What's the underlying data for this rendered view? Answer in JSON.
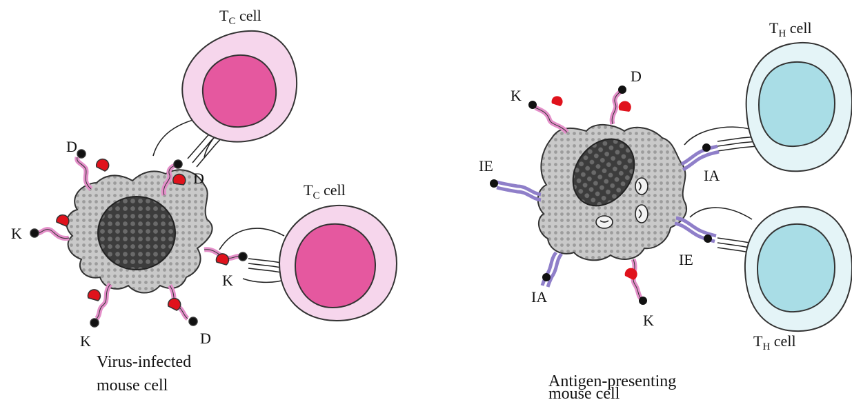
{
  "left_panel": {
    "caption_line1": "Virus-infected",
    "caption_line2": "mouse cell",
    "tc_top": {
      "main": "T",
      "sub": "C",
      "tail": " cell"
    },
    "tc_right": {
      "main": "T",
      "sub": "C",
      "tail": " cell"
    },
    "molecule_labels": [
      "D",
      "D",
      "K",
      "K",
      "K",
      "D"
    ]
  },
  "right_panel": {
    "caption_line1": "Antigen-presenting",
    "caption_line2": "mouse cell",
    "th_top": {
      "main": "T",
      "sub": "H",
      "tail": " cell"
    },
    "th_bottom": {
      "main": "T",
      "sub": "H",
      "tail": " cell"
    },
    "molecule_labels": [
      "K",
      "D",
      "IE",
      "IA",
      "IE",
      "IA",
      "K"
    ]
  },
  "colors": {
    "tc_outer": "#f6d6ec",
    "tc_nucleus": "#e5589f",
    "th_outer": "#e4f4f7",
    "th_nucleus": "#a9dde6",
    "host_cell": "#c6c6c6",
    "host_nucleus": "#4f4f4f",
    "class1_chain": "#e48fc9",
    "class2_chain": "#8f7fc9",
    "peptide": "#e0121c"
  }
}
